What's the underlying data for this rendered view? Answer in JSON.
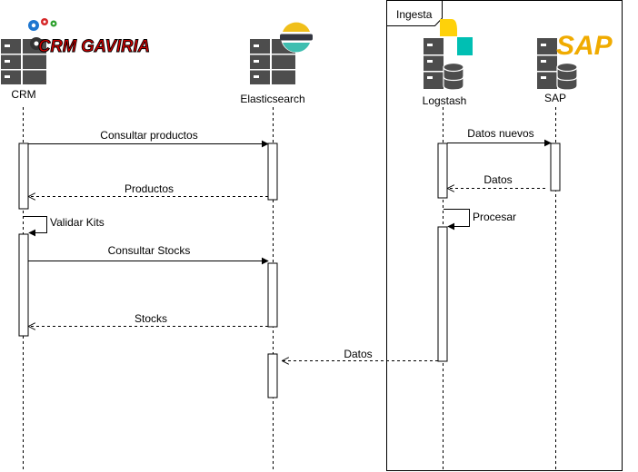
{
  "group": {
    "label": "Ingesta"
  },
  "logos": {
    "crm_brand": "CRM GAVIRIA",
    "sap_brand": "SAP"
  },
  "participants": [
    {
      "id": "crm",
      "label": "CRM"
    },
    {
      "id": "elasticsearch",
      "label": "Elasticsearch"
    },
    {
      "id": "logstash",
      "label": "Logstash"
    },
    {
      "id": "sap",
      "label": "SAP"
    }
  ],
  "messages": [
    {
      "id": "consultar-productos",
      "label": "Consultar productos",
      "from": "crm",
      "to": "elasticsearch",
      "style": "solid"
    },
    {
      "id": "productos",
      "label": "Productos",
      "from": "elasticsearch",
      "to": "crm",
      "style": "dashed"
    },
    {
      "id": "validar-kits",
      "label": "Validar Kits",
      "from": "crm",
      "to": "crm",
      "style": "self"
    },
    {
      "id": "consultar-stocks",
      "label": "Consultar Stocks",
      "from": "crm",
      "to": "elasticsearch",
      "style": "solid"
    },
    {
      "id": "stocks",
      "label": "Stocks",
      "from": "elasticsearch",
      "to": "crm",
      "style": "dashed"
    },
    {
      "id": "datos-nuevos",
      "label": "Datos nuevos",
      "from": "logstash",
      "to": "sap",
      "style": "solid"
    },
    {
      "id": "datos-sap",
      "label": "Datos",
      "from": "sap",
      "to": "logstash",
      "style": "dashed"
    },
    {
      "id": "procesar",
      "label": "Procesar",
      "from": "logstash",
      "to": "logstash",
      "style": "self"
    },
    {
      "id": "datos-es",
      "label": "Datos",
      "from": "logstash",
      "to": "elasticsearch",
      "style": "dashed"
    }
  ],
  "colors": {
    "line": "#000000",
    "server": "#4d4d4d",
    "crm_logo_red": "#cc0000",
    "elastic_yellow": "#f0bf1a",
    "elastic_teal": "#3ebeb0",
    "elastic_dark": "#343741",
    "logstash_yellow": "#fed10a",
    "logstash_teal": "#00bfb3",
    "logstash_dark": "#231f20",
    "sap_gold": "#f0ab00",
    "gear_blue": "#1f77d0",
    "gear_red": "#d62728",
    "gear_green": "#2ca02c"
  }
}
